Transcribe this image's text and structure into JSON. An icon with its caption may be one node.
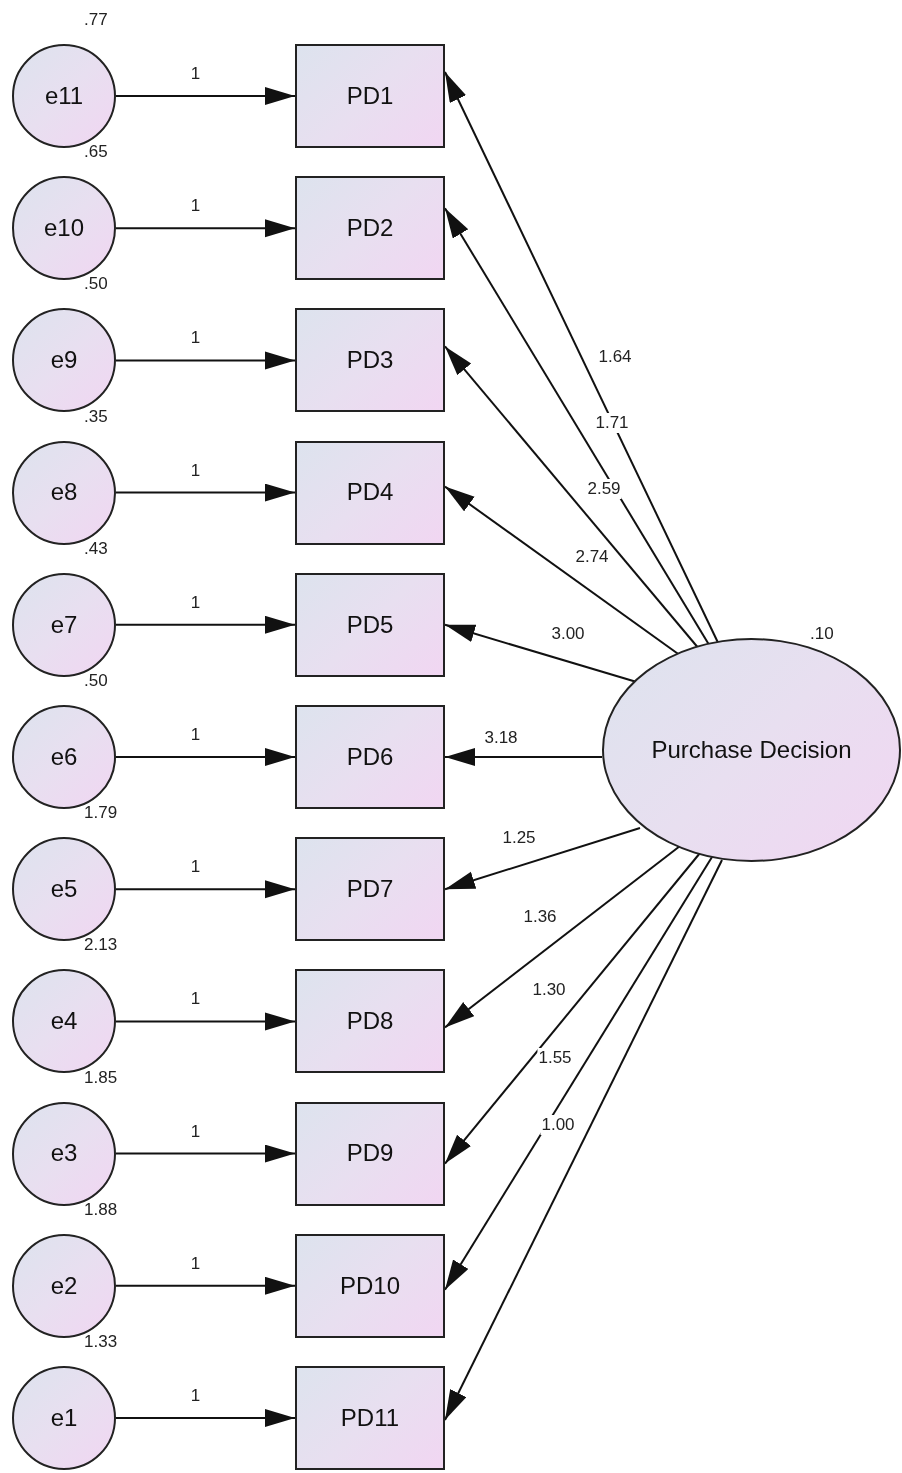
{
  "diagram": {
    "nodes": [
      {
        "text": [
          "e11"
        ]
      },
      {
        "text": [
          "PD1"
        ]
      },
      {
        "text": [
          "e10"
        ]
      },
      {
        "text": [
          "PD2"
        ]
      },
      {
        "text": [
          "e9"
        ]
      },
      {
        "text": [
          "PD3"
        ]
      },
      {
        "text": [
          "e8"
        ]
      },
      {
        "text": [
          "PD4"
        ]
      },
      {
        "text": [
          "e7"
        ]
      },
      {
        "text": [
          "PD5"
        ]
      },
      {
        "text": [
          "e6"
        ]
      },
      {
        "text": [
          "PD6"
        ]
      },
      {
        "text": [
          "e5"
        ]
      },
      {
        "text": [
          "PD7"
        ]
      },
      {
        "text": [
          "e4"
        ]
      },
      {
        "text": [
          "PD8"
        ]
      },
      {
        "text": [
          "e3"
        ]
      },
      {
        "text": [
          "PD9"
        ]
      },
      {
        "text": [
          "e2"
        ]
      },
      {
        "text": [
          "PD10"
        ]
      },
      {
        "text": [
          "e1"
        ]
      },
      {
        "text": [
          "PD11"
        ]
      },
      {
        "text": [
          "Purchase Decision"
        ],
        "beside": [
          ".10"
        ]
      }
    ],
    "edges": [
      {
        "from": 0,
        "to": 1,
        "arrow": "to",
        "label": "1"
      },
      {
        "from": 2,
        "to": 3,
        "arrow": "to",
        "label": "1"
      },
      {
        "from": 4,
        "to": 5,
        "arrow": "to",
        "label": "1"
      },
      {
        "from": 6,
        "to": 7,
        "arrow": "to",
        "label": "1"
      },
      {
        "from": 8,
        "to": 9,
        "arrow": "to",
        "label": "1"
      },
      {
        "from": 10,
        "to": 11,
        "arrow": "to",
        "label": "1"
      },
      {
        "from": 12,
        "to": 13,
        "arrow": "to",
        "label": "1"
      },
      {
        "from": 14,
        "to": 15,
        "arrow": "to",
        "label": "1"
      },
      {
        "from": 16,
        "to": 17,
        "arrow": "to",
        "label": "1"
      },
      {
        "from": 18,
        "to": 19,
        "arrow": "to",
        "label": "1"
      },
      {
        "from": 20,
        "to": 21,
        "arrow": "to",
        "label": "1"
      },
      {
        "from": 22,
        "to": 1,
        "arrow": "to",
        "label": "1.64"
      },
      {
        "from": 22,
        "to": 3,
        "arrow": "to",
        "label": "1.71"
      },
      {
        "from": 22,
        "to": 5,
        "arrow": "to",
        "label": "2.59"
      },
      {
        "from": 22,
        "to": 7,
        "arrow": "to",
        "label": "2.74"
      },
      {
        "from": 22,
        "to": 9,
        "arrow": "to",
        "label": "3.00"
      },
      {
        "from": 22,
        "to": 11,
        "arrow": "to",
        "label": "3.18"
      },
      {
        "from": 22,
        "to": 13,
        "arrow": "to",
        "label": "1.25"
      },
      {
        "from": 22,
        "to": 15,
        "arrow": "to",
        "label": "1.36"
      },
      {
        "from": 22,
        "to": 17,
        "arrow": "to",
        "label": "1.30"
      },
      {
        "from": 22,
        "to": 19,
        "arrow": "to",
        "label": "1.55"
      },
      {
        "from": 22,
        "to": 21,
        "arrow": "to",
        "label": "1.00"
      }
    ],
    "labels": [
      ".77",
      ".65",
      ".50",
      ".35",
      ".43",
      ".50",
      "1.79",
      "2.13",
      "1.85",
      "1.88",
      "1.33"
    ]
  }
}
